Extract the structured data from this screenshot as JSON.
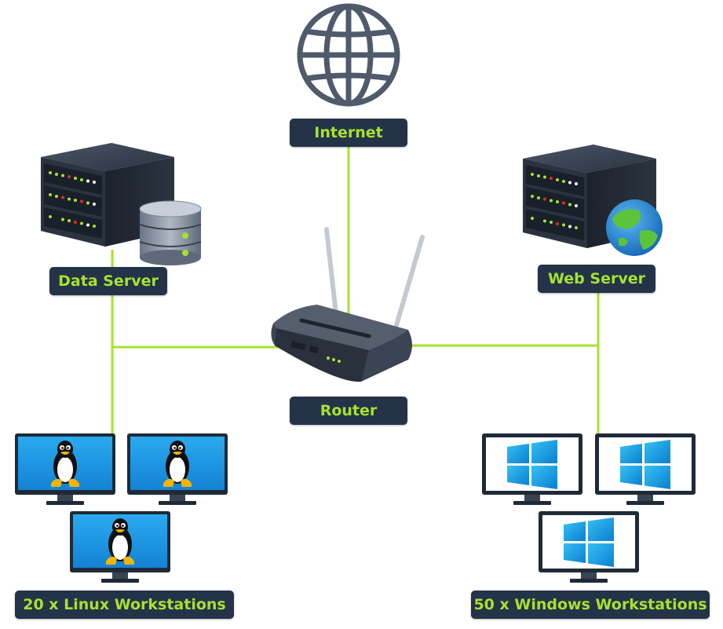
{
  "diagram": {
    "colors": {
      "link": "#a6e22e",
      "label_bg": "#253348",
      "label_text": "#a6e22e"
    },
    "nodes": {
      "internet": {
        "label": "Internet",
        "icon": "globe-icon"
      },
      "data_server": {
        "label": "Data Server",
        "icon": "server-database-icon"
      },
      "web_server": {
        "label": "Web Server",
        "icon": "server-globe-icon"
      },
      "router": {
        "label": "Router",
        "icon": "router-icon"
      },
      "linux": {
        "label": "20 x Linux Workstations",
        "icon": "linux-monitor-icon"
      },
      "windows": {
        "label": "50 x Windows Workstations",
        "icon": "windows-monitor-icon"
      }
    }
  }
}
